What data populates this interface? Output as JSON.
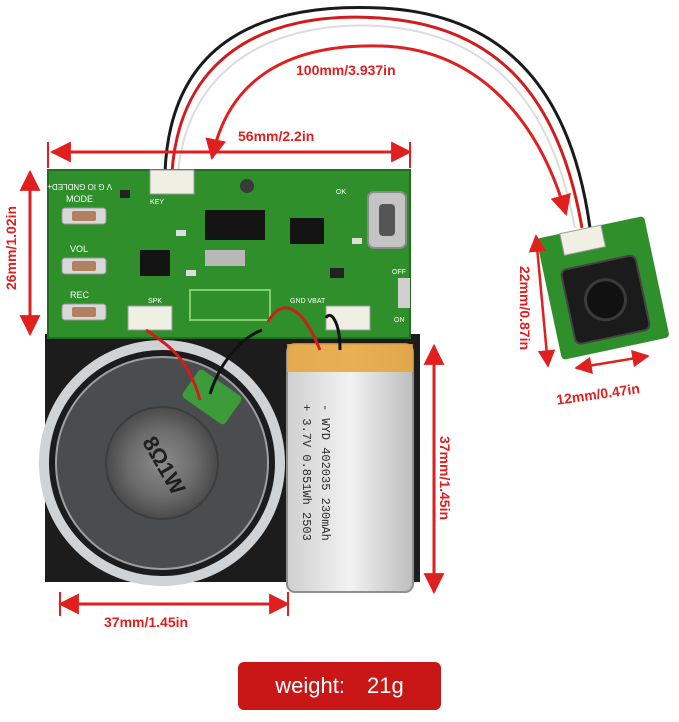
{
  "dimensions": {
    "board_width": "56mm/2.2in",
    "board_height": "26mm/1.02in",
    "wire_length": "100mm/3.937in",
    "button_height": "22mm/0.87in",
    "button_width": "12mm/0.47in",
    "speaker_width": "37mm/1.45in",
    "battery_height": "37mm/1.45in"
  },
  "board_labels": {
    "pins": "V G IO GNDLED+",
    "mode": "MODE",
    "vol": "VOL",
    "rec": "REC",
    "key": "KEY",
    "spk": "SPK",
    "vbat": "GND VBAT",
    "off": "OFF",
    "on": "ON",
    "ok": "OK"
  },
  "speaker_label": "8Ω1W",
  "battery_label": {
    "line1": "- WYD 402035  230mAh",
    "line2": "+ 3.7V 0.851Wh  2503"
  },
  "weight": {
    "label": "weight:",
    "value": "21g"
  },
  "colors": {
    "accent_red": "#e01f1f",
    "pcb_green": "#2f8f2a",
    "weight_bg": "#c91717"
  }
}
